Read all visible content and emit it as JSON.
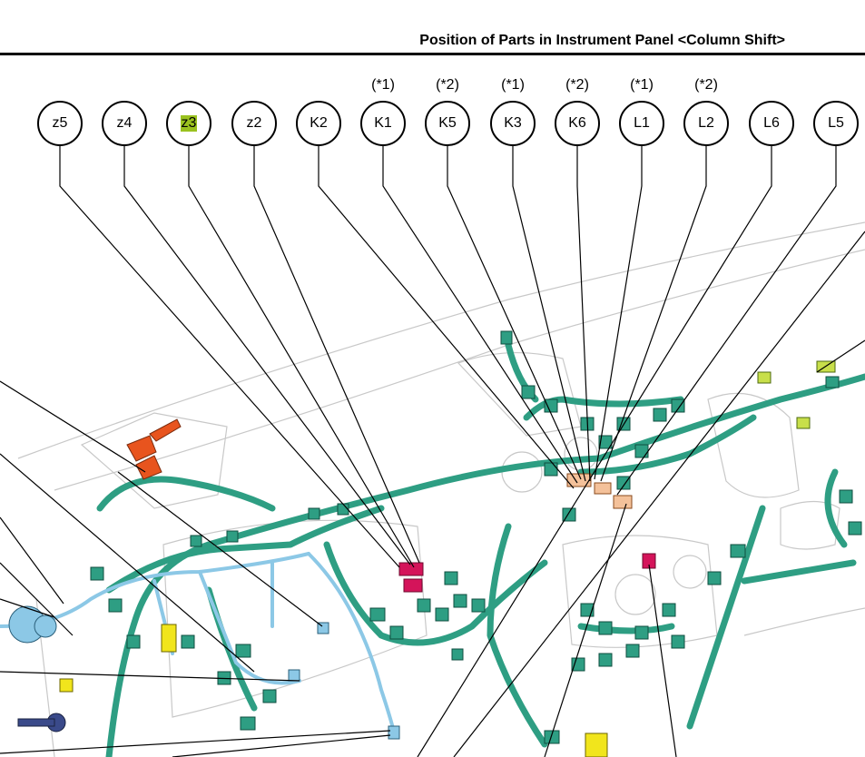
{
  "title": "Position of Parts in Instrument Panel <Column Shift>",
  "callouts": [
    {
      "label": "z5",
      "note": "",
      "highlight": false
    },
    {
      "label": "z4",
      "note": "",
      "highlight": false
    },
    {
      "label": "z3",
      "note": "",
      "highlight": true
    },
    {
      "label": "z2",
      "note": "",
      "highlight": false
    },
    {
      "label": "K2",
      "note": "",
      "highlight": false
    },
    {
      "label": "K1",
      "note": "(*1)",
      "highlight": false
    },
    {
      "label": "K5",
      "note": "(*2)",
      "highlight": false
    },
    {
      "label": "K3",
      "note": "(*1)",
      "highlight": false
    },
    {
      "label": "K6",
      "note": "(*2)",
      "highlight": false
    },
    {
      "label": "L1",
      "note": "(*1)",
      "highlight": false
    },
    {
      "label": "L2",
      "note": "(*2)",
      "highlight": false
    },
    {
      "label": "L6",
      "note": "",
      "highlight": false
    },
    {
      "label": "L5",
      "note": "",
      "highlight": false
    }
  ],
  "colors": {
    "harness": "#2e9e83",
    "harness_light": "#8cc8e6",
    "connector_orange": "#e8541e",
    "connector_magenta": "#d4145a",
    "connector_yellow": "#f1e51c",
    "connector_peach": "#f4c19a",
    "highlight": "#9ac21f"
  }
}
